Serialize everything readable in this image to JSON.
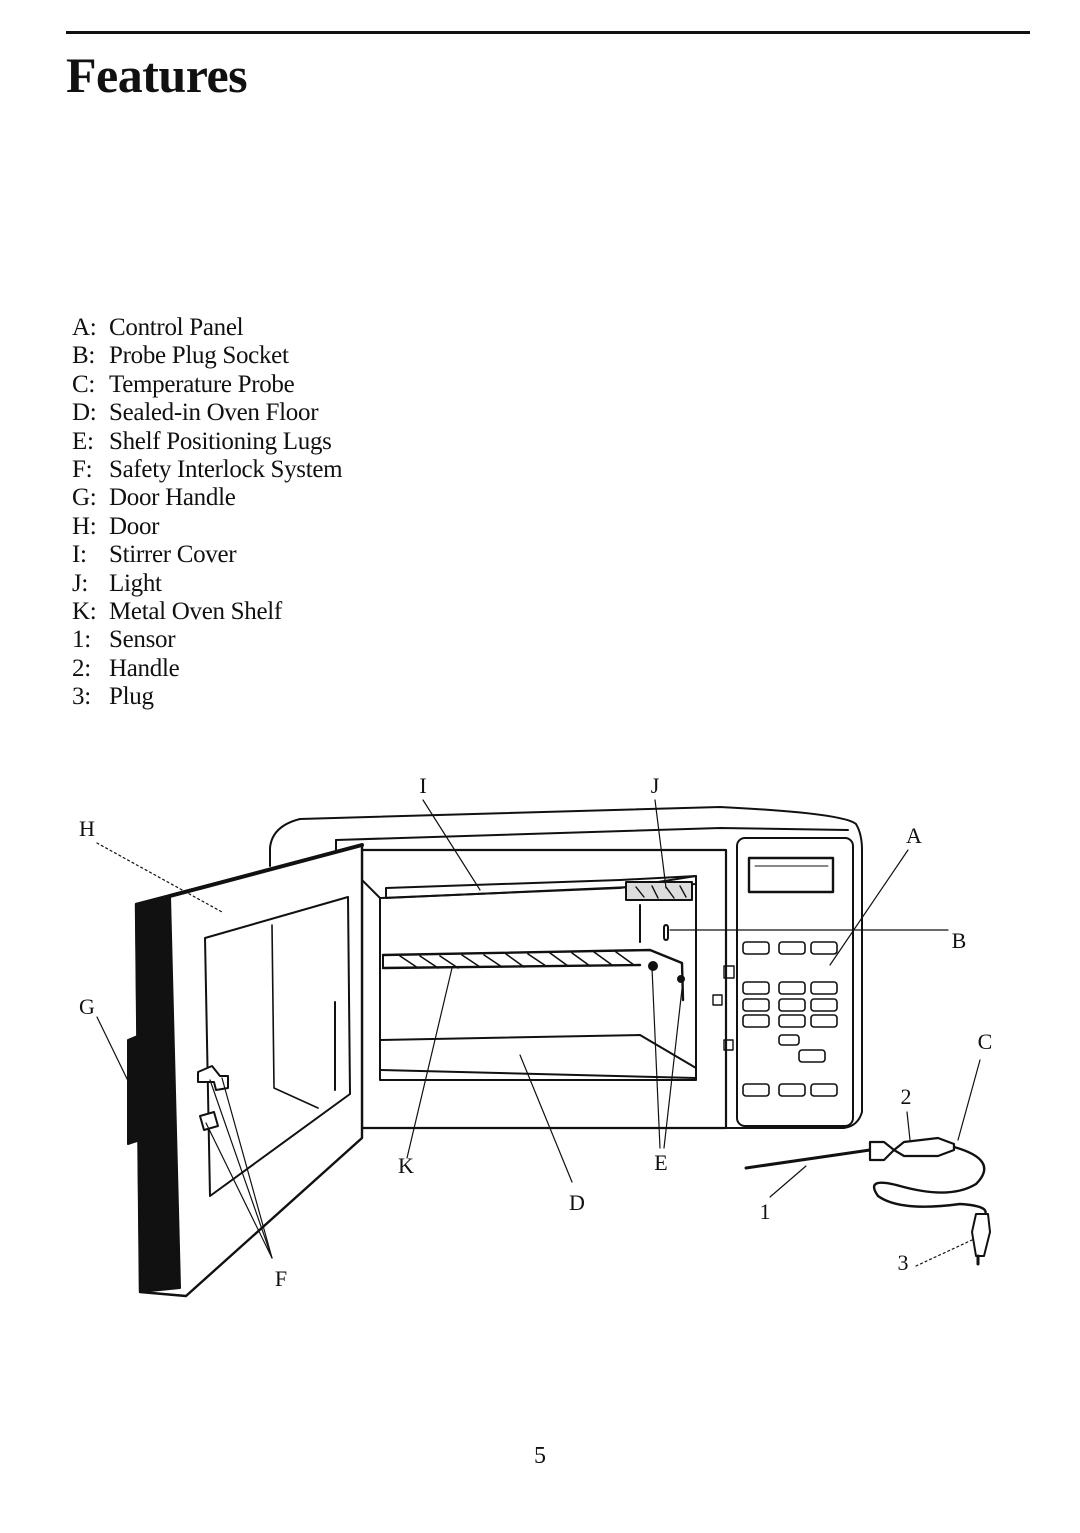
{
  "page": {
    "title": "Features",
    "page_number": "5"
  },
  "legend": [
    {
      "key": "A:",
      "text": "Control Panel"
    },
    {
      "key": "B:",
      "text": "Probe Plug Socket"
    },
    {
      "key": "C:",
      "text": "Temperature Probe"
    },
    {
      "key": "D:",
      "text": "Sealed-in Oven Floor"
    },
    {
      "key": "E:",
      "text": "Shelf Positioning Lugs"
    },
    {
      "key": "F:",
      "text": "Safety Interlock System"
    },
    {
      "key": "G:",
      "text": "Door Handle"
    },
    {
      "key": "H:",
      "text": "Door"
    },
    {
      "key": "I:",
      "text": "Stirrer Cover"
    },
    {
      "key": "J:",
      "text": "Light"
    },
    {
      "key": "K:",
      "text": "Metal Oven Shelf"
    },
    {
      "key": "1:",
      "text": "Sensor"
    },
    {
      "key": "2:",
      "text": "Handle"
    },
    {
      "key": "3:",
      "text": "Plug"
    }
  ],
  "diagram_labels": {
    "A": "A",
    "B": "B",
    "C": "C",
    "D": "D",
    "E": "E",
    "F": "F",
    "G": "G",
    "H": "H",
    "I": "I",
    "J": "J",
    "K": "K",
    "n1": "1",
    "n2": "2",
    "n3": "3"
  }
}
